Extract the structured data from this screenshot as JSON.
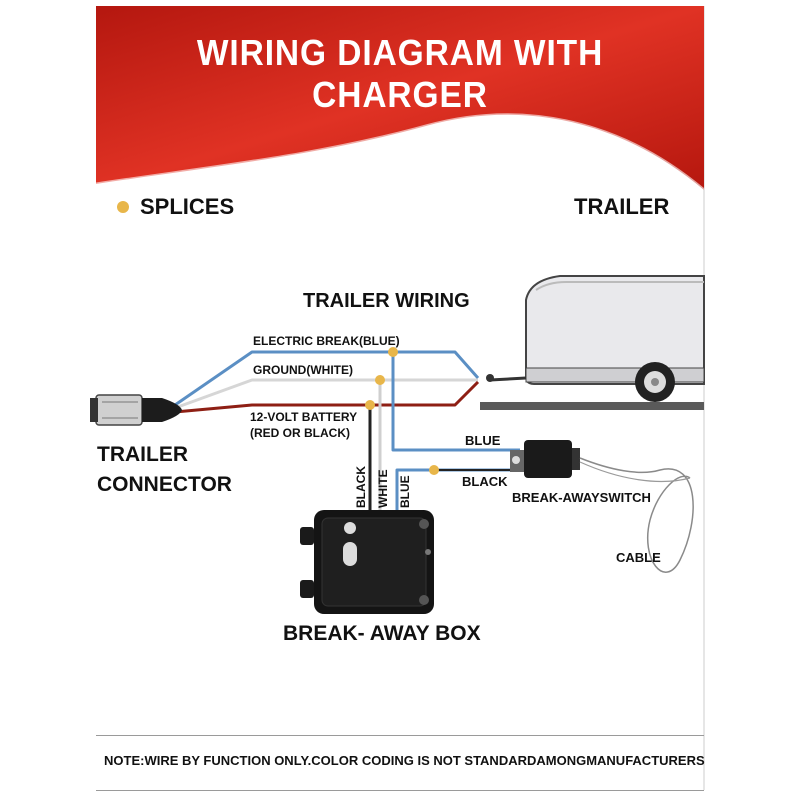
{
  "title": "WIRING DIAGRAM WITH CHARGER",
  "legend": {
    "splices_label": "SPLICES"
  },
  "labels": {
    "trailer": "TRAILER",
    "trailer_wiring": "TRAILER WIRING",
    "electric_brake": "ELECTRIC BREAK(BLUE)",
    "ground": "GROUND(WHITE)",
    "battery_line1": "12-VOLT BATTERY",
    "battery_line2": "(RED OR BLACK)",
    "trailer_connector_line1": "TRAILER",
    "trailer_connector_line2": "CONNECTOR",
    "blue": "BLUE",
    "black": "BLACK",
    "breakaway_switch": "BREAK-AWAYSWITCH",
    "cable": "CABLE",
    "breakaway_box": "BREAK- AWAY BOX",
    "box_wire_black": "BLACK",
    "box_wire_white": "WHITE",
    "box_wire_blue": "BLUE"
  },
  "note": "NOTE:WIRE BY FUNCTION ONLY.COLOR CODING IS NOT STANDARDAMONGMANUFACTURERS",
  "colors": {
    "banner_red": "#d7281e",
    "wire_blue": "#5b8fc4",
    "wire_white": "#d6d6d6",
    "wire_red": "#8e1f14",
    "splice": "#e8b64a"
  }
}
